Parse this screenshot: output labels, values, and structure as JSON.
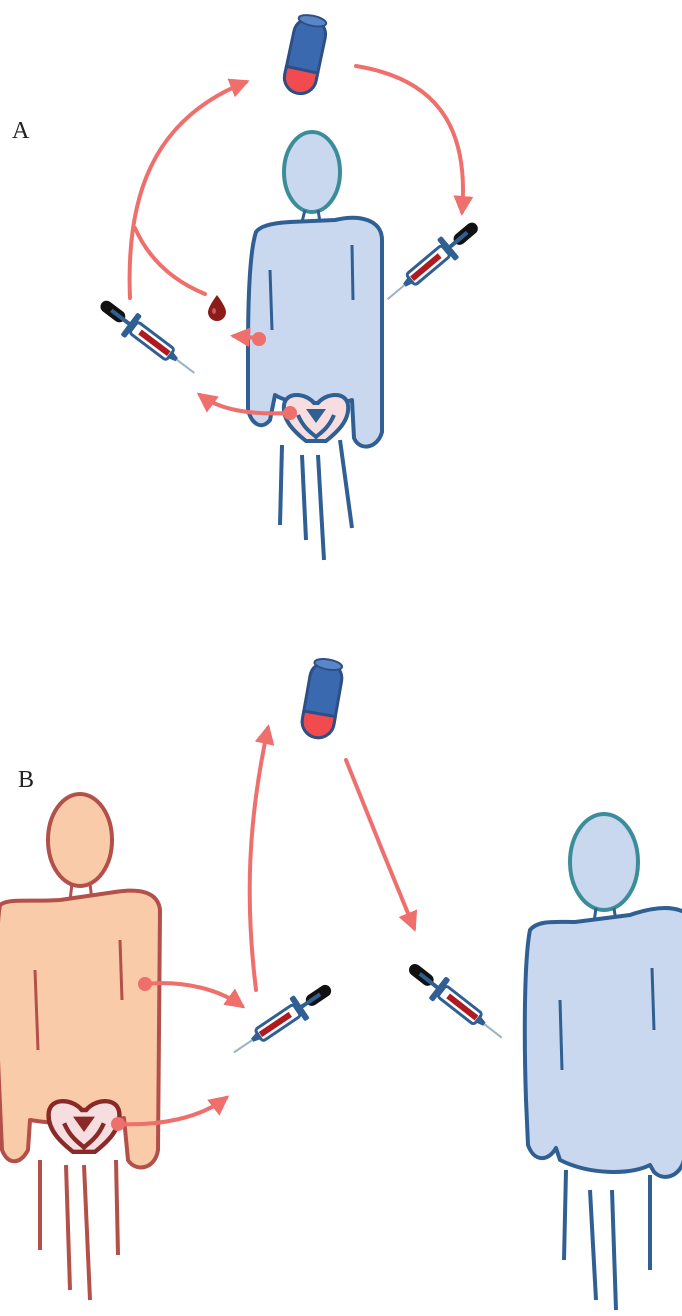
{
  "panels": [
    {
      "id": "A",
      "label": "A"
    },
    {
      "id": "B",
      "label": "B"
    }
  ],
  "colors": {
    "arrow": "#ee6f6b",
    "blue_fill": "#c9d8ef",
    "blue_stroke": "#2f5f93",
    "head_stroke": "#3b8d9a",
    "orange_fill": "#f9cba8",
    "orange_stroke": "#b4504a",
    "tube_body": "#3b69b0",
    "tube_blood": "#f14b4f",
    "syringe_blood": "#b0191f",
    "drop": "#8e1b1b"
  },
  "icons": [
    "blood-tube-icon",
    "syringe-icon",
    "blood-drop-icon",
    "pelvis-icon",
    "person-icon"
  ]
}
